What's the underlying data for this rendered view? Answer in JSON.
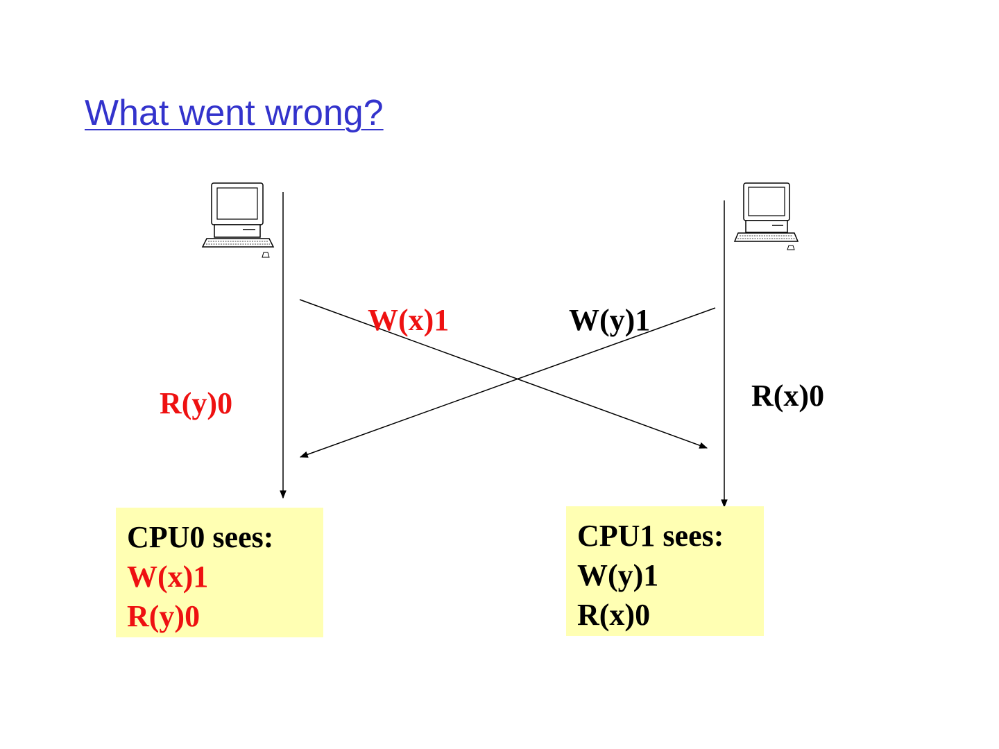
{
  "title": "What went wrong?",
  "icons": {
    "computer": "desktop-computer-icon"
  },
  "colors": {
    "title": "#3333cc",
    "highlight": "#ee1111",
    "box": "#ffffb3"
  },
  "messages": {
    "write_x": "W(x)1",
    "write_y": "W(y)1"
  },
  "reads": {
    "cpu0": "R(y)0",
    "cpu1": "R(x)0"
  },
  "cpu0_box": {
    "heading": "CPU0 sees:",
    "lines": [
      "W(x)1",
      "R(y)0"
    ]
  },
  "cpu1_box": {
    "heading": "CPU1 sees:",
    "lines": [
      "W(y)1",
      "R(x)0"
    ]
  }
}
